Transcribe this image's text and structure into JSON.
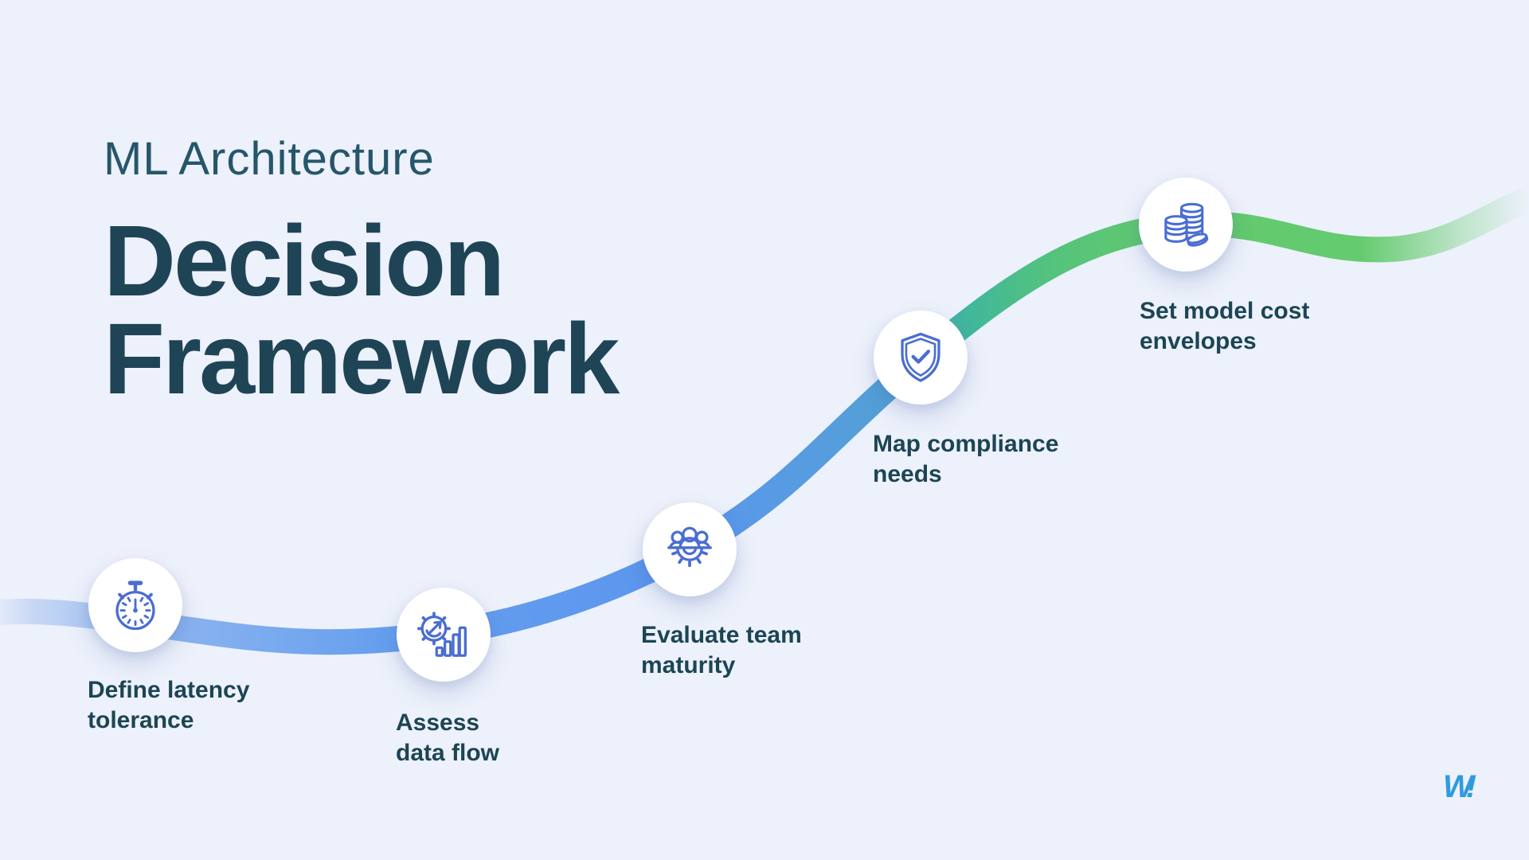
{
  "title": {
    "eyebrow": "ML Architecture",
    "line1": "Decision",
    "line2": "Framework"
  },
  "steps": [
    {
      "label": "Define latency tolerance",
      "lines": [
        "Define latency",
        "tolerance"
      ],
      "icon": "stopwatch-icon"
    },
    {
      "label": "Assess data flow",
      "lines": [
        "Assess",
        "data flow"
      ],
      "icon": "gear-chart-icon"
    },
    {
      "label": "Evaluate team maturity",
      "lines": [
        "Evaluate team",
        "maturity"
      ],
      "icon": "team-gear-icon"
    },
    {
      "label": "Map compliance needs",
      "lines": [
        "Map compliance",
        "needs"
      ],
      "icon": "shield-check-icon"
    },
    {
      "label": "Set model cost envelopes",
      "lines": [
        "Set model cost",
        "envelopes"
      ],
      "icon": "coin-stack-icon"
    }
  ],
  "logo": {
    "w": "W",
    "bang": "!"
  },
  "colors": {
    "background": "#edf1fb",
    "title_dark": "#1f4456",
    "eyebrow": "#26566a",
    "label": "#1c4554",
    "path_blue": "#5b96ee",
    "path_light_blue": "#c6d7f5",
    "path_teal": "#41b79b",
    "path_green": "#63ca6c",
    "icon_stroke": "#4a6dd2",
    "brand_blue": "#2f9bdf"
  }
}
